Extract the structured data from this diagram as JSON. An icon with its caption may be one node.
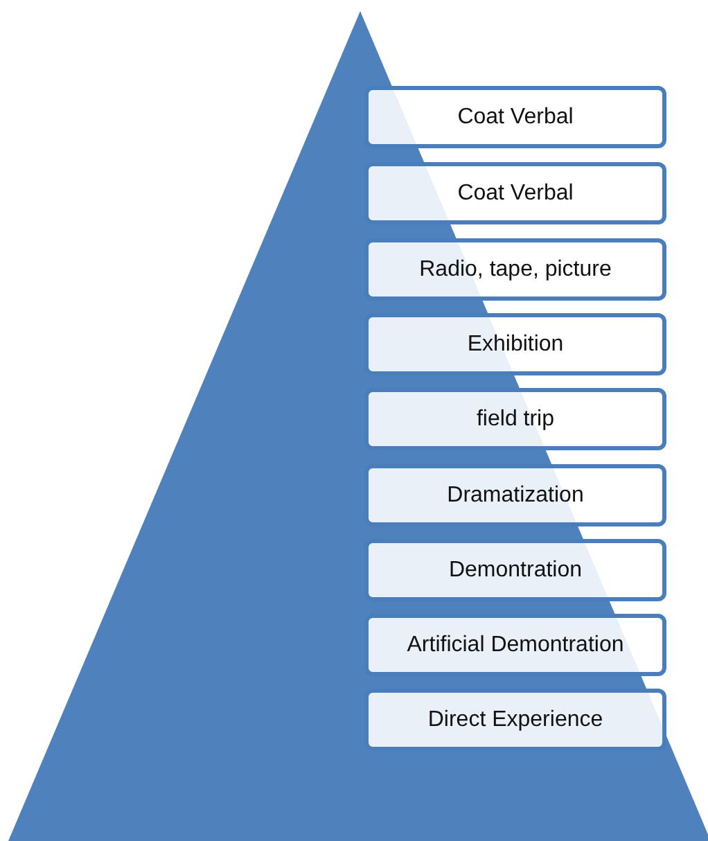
{
  "diagram": {
    "nodes": [
      {
        "text": [
          "Coat Verbal"
        ]
      },
      {
        "text": [
          "Coat Verbal"
        ]
      },
      {
        "text": [
          "Radio, tape, picture"
        ]
      },
      {
        "text": [
          "Exhibition"
        ]
      },
      {
        "text": [
          "field trip"
        ]
      },
      {
        "text": [
          "Dramatization"
        ]
      },
      {
        "text": [
          "Demontration"
        ]
      },
      {
        "text": [
          "Artificial Demontration"
        ]
      },
      {
        "text": [
          "Direct Experience"
        ]
      }
    ]
  }
}
